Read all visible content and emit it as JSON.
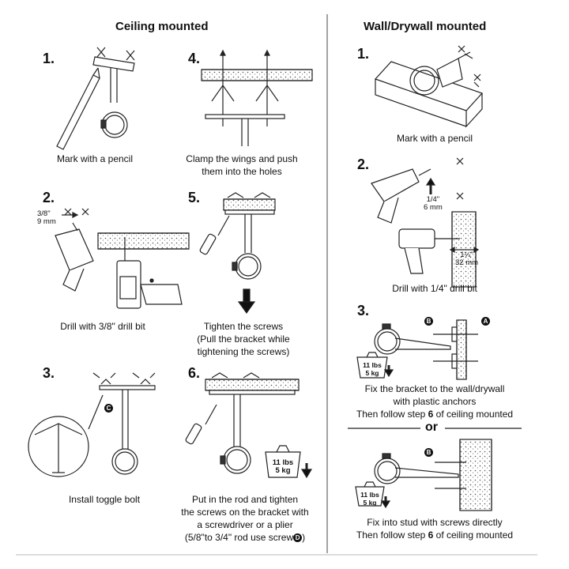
{
  "ceiling": {
    "title": "Ceiling mounted",
    "step1": {
      "num": "1.",
      "caption": "Mark with a pencil"
    },
    "step4": {
      "num": "4.",
      "caption_1": "Clamp the wings and push",
      "caption_2": "them into the holes"
    },
    "step2": {
      "num": "2.",
      "caption": "Drill with 3/8\" drill bit",
      "dim_1": "3/8\"",
      "dim_2": "9 mm"
    },
    "step5": {
      "num": "5.",
      "caption_1": "Tighten the screws",
      "caption_2": "(Pull the bracket while",
      "caption_3": "tightening the screws)"
    },
    "step3": {
      "num": "3.",
      "caption": "Install toggle bolt",
      "badge": "C"
    },
    "step6": {
      "num": "6.",
      "caption_1": "Put in the rod and tighten",
      "caption_2": "the screws on the bracket with",
      "caption_3": "a screwdriver or a plier",
      "caption_4": "(5/8\"to 3/4\" rod use screw",
      "badge": "D",
      "caption_5": ")",
      "weight_1": "11 lbs",
      "weight_2": "5 kg"
    }
  },
  "wall": {
    "title": "Wall/Drywall mounted",
    "step1": {
      "num": "1.",
      "caption": "Mark with a pencil"
    },
    "step2": {
      "num": "2.",
      "caption": "Drill with 1/4\" drill bit",
      "dim_a1": "1/4\"",
      "dim_a2": "6 mm",
      "dim_b1": "1¼\"",
      "dim_b2": "32 mm"
    },
    "step3": {
      "num": "3.",
      "badge_b": "B",
      "badge_a": "A",
      "weight_1": "11 lbs",
      "weight_2": "5 kg",
      "caption_1": "Fix the bracket to the wall/drywall",
      "caption_2": "with plastic anchors",
      "caption_3a": "Then follow step ",
      "caption_3b": "6",
      "caption_3c": " of ceiling mounted"
    },
    "or": "or",
    "step4": {
      "badge_b": "B",
      "weight_1": "11 lbs",
      "weight_2": "5 kg",
      "caption_1": "Fix into stud with screws directly",
      "caption_2a": "Then follow step ",
      "caption_2b": "6",
      "caption_2c": " of ceiling mounted"
    }
  }
}
